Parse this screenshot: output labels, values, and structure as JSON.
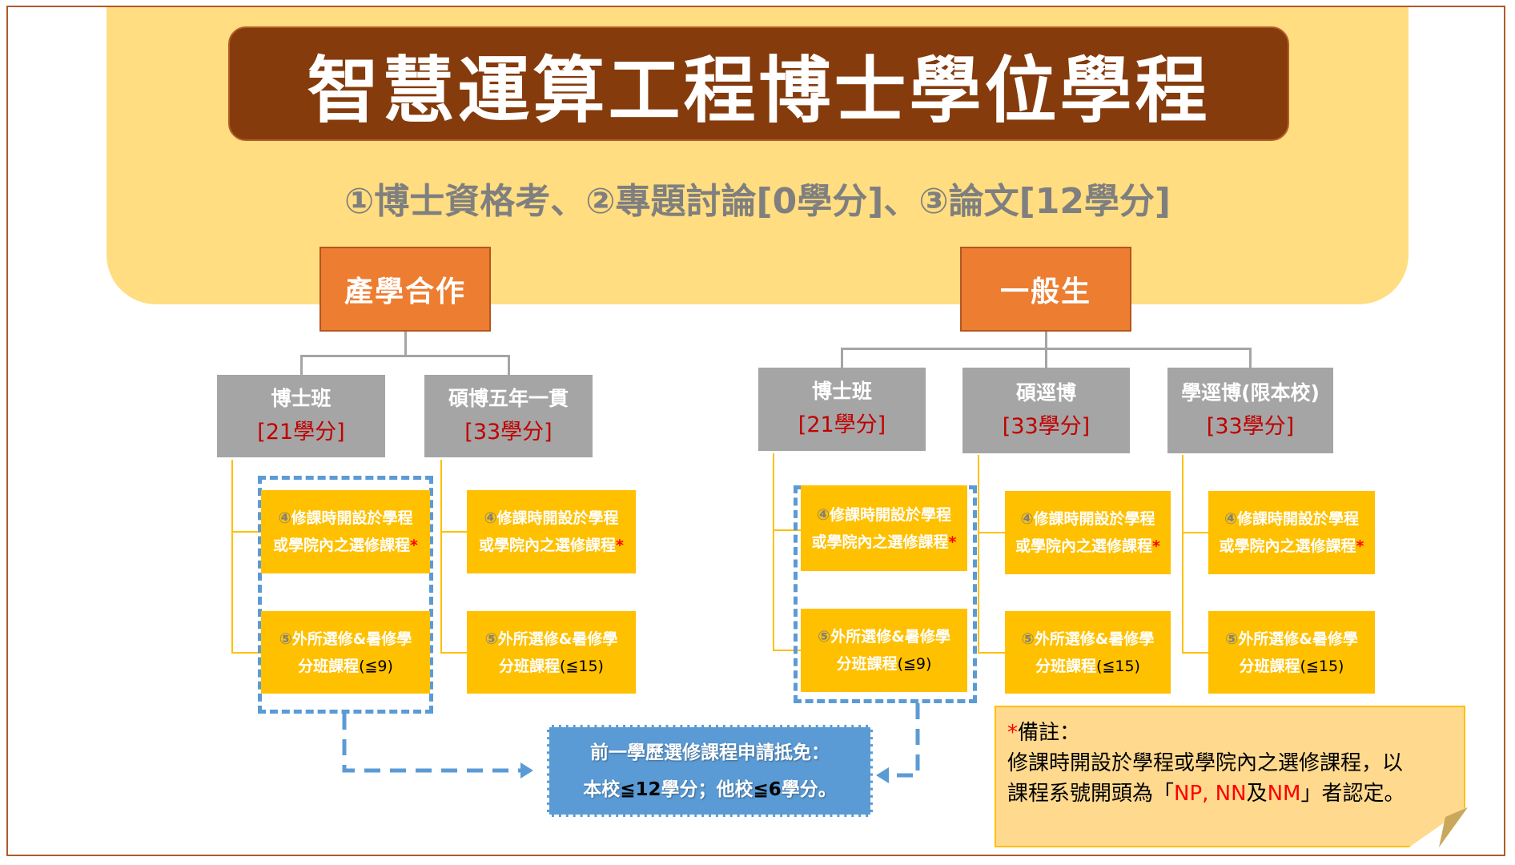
{
  "title": "智慧運算工程博士學位學程",
  "requirements": {
    "items": [
      {
        "num": "①",
        "text": "博士資格考"
      },
      {
        "num": "②",
        "text": "專題討論[0學分]"
      },
      {
        "num": "③",
        "text": "論文[12學分]"
      }
    ],
    "separator": "、"
  },
  "tracks": [
    {
      "name": "產學合作",
      "programs": [
        {
          "name": "博士班",
          "credits": "[21學分]",
          "elective_limit": "(≦9)"
        },
        {
          "name": "碩博五年一貫",
          "credits": "[33學分]",
          "elective_limit": "(≦15)"
        }
      ]
    },
    {
      "name": "一般生",
      "programs": [
        {
          "name": "博士班",
          "credits": "[21學分]",
          "elective_limit": "(≦9)"
        },
        {
          "name": "碩逕博",
          "credits": "[33學分]",
          "elective_limit": "(≦15)"
        },
        {
          "name": "學逕博(限本校)",
          "credits": "[33學分]",
          "elective_limit": "(≦15)"
        }
      ]
    }
  ],
  "course_box_4": {
    "num": "④",
    "line1": "修課時開設於學程",
    "line2": "或學院內之選修課程",
    "star": "*"
  },
  "course_box_5": {
    "num": "⑤",
    "line1": "外所選修&暑修學",
    "line2_prefix": "分班課程"
  },
  "waiver": {
    "line1": "前一學歷選修課程申請抵免：",
    "line2_a": "本校",
    "line2_b": "≦12",
    "line2_c": "學分；他校",
    "line2_d": "≦6",
    "line2_e": "學分。"
  },
  "note": {
    "star": "*",
    "heading": "備註：",
    "line1": "修課時開設於學程或學院內之選修課程，以",
    "line2_a": "課程系號開頭為「",
    "code1": "NP, NN",
    "line2_b": "及",
    "code2": "NM",
    "line2_c": "」者認定。"
  },
  "colors": {
    "title_bg": "#853b0c",
    "panel_bg": "#ffdd80",
    "track_orange": "#ed7d31",
    "program_gray": "#a5a5a5",
    "course_yellow": "#ffc000",
    "credit_red": "#c00000",
    "dash_blue": "#5b9bd5",
    "note_bg": "#ffd98e"
  }
}
